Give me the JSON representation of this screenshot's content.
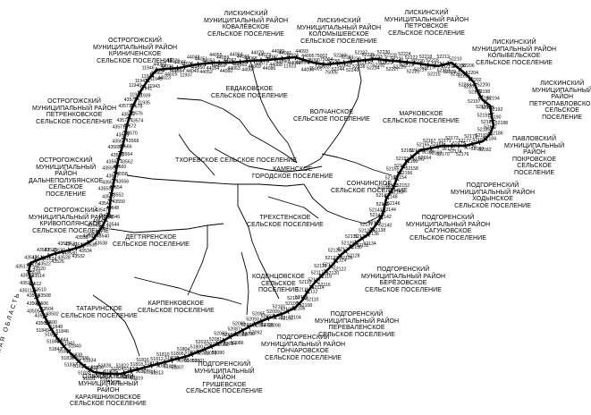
{
  "map": {
    "neighbors": {
      "liski_kovalevskoe": "ЛИСКИНСКИЙ\nМУНИЦИПАЛЬНЫЙ РАЙОН\nКОВАЛЁВСКОЕ\nСЕЛЬСКОЕ ПОСЕЛЕНИЕ",
      "liski_kolomyshevskoe": "ЛИСКИНСКИЙ\nМУНИЦИПАЛЬНЫЙ РАЙОН\nКОЛОМЫШЕВСКОЕ\nСЕЛЬСКОЕ ПОСЕЛЕНИЕ",
      "liski_petrovskoe": "ЛИСКИНСКИЙ\nМУНИЦИПАЛЬНЫЙ РАЙОН\nПЕТРОВСКОЕ\nСЕЛЬСКОЕ ПОСЕЛЕНИЕ",
      "liski_kolybelskoe": "ЛИСКИНСКИЙ\nМУНИЦИПАЛЬНЫЙ РАЙОН\nКОЛЫБЕЛЬСКОЕ\nСЕЛЬСКОЕ ПОСЕЛЕНИЕ",
      "liski_petropavlovskoe": "ЛИСКИНСКИЙ\nМУНИЦИПАЛЬНЫЙ\nРАЙОН\nПЕТРОПАВЛОВСКОЕ\nСЕЛЬСКОЕ\nПОСЕЛЕНИЕ",
      "pavlovsk_pokrovskoe": "ПАВЛОВСКИЙ\nМУНИЦИПАЛЬНЫЙ\nРАЙОН\nПОКРОВСКОЕ\nСЕЛЬСКОЕ\nПОСЕЛЕНИЕ",
      "podgorensk_hodynskoe": "ПОДГОРЕНСКИЙ\nМУНИЦИПАЛЬНЫЙ РАЙОН\nХОДЫНСКОЕ\nСЕЛЬСКОЕ ПОСЕЛЕНИЕ",
      "podgorensk_sagunovskoe": "ПОДГОРЕНСКИЙ\nМУНИЦИПАЛЬНЫЙ РАЙОН\nСАГУНОВСКОЕ\nСЕЛЬСКОЕ ПОСЕЛЕНИЕ",
      "podgorensk_berezovskoe": "ПОДГОРЕНСКИЙ\nМУНИЦИПАЛЬНЫЙ РАЙОН\nБЕРЁЗОВСКОЕ\nСЕЛЬСКОЕ ПОСЕЛЕНИЕ",
      "podgorensk_perevalenskoe": "ПОДГОРЕНСКИЙ\nМУНИЦИПАЛЬНЫЙ РАЙОН\nПЕРЕВАЛЕНСКОЕ\nСЕЛЬСКОЕ ПОСЕЛЕНИЕ",
      "podgorensk_goncharovskoe": "ПОДГОРЕНСКИЙ\nМУНИЦИПАЛЬНЫЙ РАЙОН\nГОНЧАРОВСКОЕ\nСЕЛЬСКОЕ ПОСЕЛЕНИЕ",
      "podgorensk_grishevskoe": "ПОДГОРЕНСКИЙ\nМУНИЦИПАЛЬНЫЙ\nРАЙОН\nГРИШЕВСКОЕ\nСЕЛЬСКОЕ ПОСЕЛЕНИЕ",
      "olhovatka_karayashnikovskoe": "ОЛЬХОВАТСКИЙ\nМУНИЦИПАЛЬНЫЙ\nРАЙОН\nКАРАЯШНИКОВСКОЕ\nСЕЛЬСКОЕ ПОСЕЛЕНИЕ",
      "ostrog_krinichenskoe": "ОСТРОГОЖСКИЙ\nМУНИЦИПАЛЬНЫЙ РАЙОН\nКРИНИЧЕНСКОЕ\nСЕЛЬСКОЕ ПОСЕЛЕНИЕ",
      "ostrog_petrenkovskoe": "ОСТРОГОЖСКИЙ\nМУНИЦИПАЛЬНЫЙ РАЙОН\nПЕТРЕНКОВСКОЕ\nСЕЛЬСКОЕ ПОСЕЛЕНИЕ",
      "ostrog_dalnepolubyanskoe": "ОСТРОГОЖСКИЙ\nМУНИЦИПАЛЬНЫЙ\nРАЙОН\nДАЛЬНЕПОЛУБЯНСКОЕ\nСЕЛЬСКОЕ\nПОСЕЛЕНИЕ",
      "ostrog_krivopolyanskoe": "ОСТРОГОЖСКИЙ\nМУНИЦИПАЛЬНЫЙ РАЙОН\nКРИВОПОЛЯНСКОЕ\nСЕЛЬСКОЕ ПОСЕЛЕНИЕ"
    },
    "internal": {
      "evdakovskoe": "ЕВДАКОВСКОЕ\nСЕЛЬСКОЕ ПОСЕЛЕНИЕ",
      "volchanskoe": "ВОЛЧАНСКОЕ\nСЕЛЬСКОЕ ПОСЕЛЕНИЕ",
      "markovskoe": "МАРКОВСКОЕ\nСЕЛЬСКОЕ ПОСЕЛЕНИЕ",
      "tkhorevskoe": "ТХОРЕВСКОЕ СЕЛЬСКОЕ ПОСЕЛЕНИЕ",
      "kamenskoe": "КАМЕНСКОЕ\nГОРОДСКОЕ ПОСЕЛЕНИЕ",
      "sonchinskoe": "СОНЧИНСКОЕ\nСЕЛЬСКОЕ ПОСЕЛЕНИЕ",
      "trekhstenskoe": "ТРЕХСТЕНСКОЕ\nСЕЛЬСКОЕ ПОСЕЛЕНИЕ",
      "degtyarenskoe": "ДЕГТЯРЕНСКОЕ\nСЕЛЬСКОЕ ПОСЕЛЕНИЕ",
      "kodentsovskoe": "КОДЕНЦОВСКОЕ\nСЕЛЬСКОЕ\nПОСЕЛЕНИЕ",
      "karpenkovskoe": "КАРПЕНКОВСКОЕ\nСЕЛЬСКОЕ ПОСЕЛЕНИЕ",
      "tatarinskoe": "ТАТАРИНСКОЕ\nСЕЛЬСКОЕ ПОСЕЛЕНИЕ"
    },
    "region_label": "БЕЛГОРОДСКАЯ ОБЛАСТЬ",
    "points": [
      "44082",
      "44083",
      "44023",
      "44024",
      "44025",
      "44026",
      "44084",
      "44085",
      "11937",
      "11936",
      "44049",
      "44048",
      "44050",
      "44051",
      "44052",
      "44053",
      "44054",
      "44055",
      "44056",
      "44059",
      "44060",
      "44062",
      "44063",
      "44064",
      "44065",
      "44066",
      "44067",
      "44068",
      "44069",
      "44070",
      "44071",
      "44073",
      "44086",
      "44087",
      "44088",
      "44089",
      "44090",
      "44091",
      "11923",
      "11924",
      "44092",
      "44093",
      "44094",
      "44095",
      "44096",
      "75000",
      "75001",
      "75002",
      "75003",
      "75004",
      "75005",
      "52255",
      "52244",
      "52243",
      "52242",
      "52241",
      "52240",
      "52239",
      "52238",
      "52237",
      "52236",
      "52235",
      "52234",
      "52233",
      "52232",
      "52230",
      "52229",
      "52228",
      "52227",
      "52226",
      "52225",
      "52224",
      "52223",
      "52222",
      "52221",
      "52220",
      "52219",
      "52218",
      "52217",
      "52216",
      "52215",
      "52214",
      "52213",
      "52212",
      "52211",
      "52210",
      "52209",
      "52208",
      "52207",
      "52206",
      "52205",
      "52204",
      "52203",
      "52202",
      "52201",
      "52200",
      "52199",
      "52198",
      "52197",
      "52196",
      "52195",
      "52194",
      "52193",
      "52192",
      "52191",
      "52190",
      "52189",
      "52188",
      "52187",
      "52186",
      "52185",
      "52184",
      "52183",
      "52182",
      "52181",
      "52180",
      "52179",
      "52178",
      "52177",
      "52176",
      "52175",
      "52174",
      "52173",
      "52172",
      "52171",
      "52170",
      "52169",
      "52168",
      "52167",
      "52166",
      "52165",
      "52164",
      "52163",
      "52162",
      "52161",
      "52160",
      "52159",
      "52158",
      "52157",
      "52156",
      "52155",
      "52154",
      "52153",
      "52152",
      "52151",
      "52150",
      "52149",
      "52148",
      "52147",
      "52146",
      "52145",
      "52144",
      "52143",
      "52142",
      "52141",
      "52140",
      "52139",
      "52138",
      "52137",
      "52136",
      "52135",
      "52134",
      "52133",
      "52132",
      "52131",
      "52130",
      "52129",
      "52128",
      "52127",
      "52126",
      "52125",
      "52124",
      "52123",
      "52122",
      "52121",
      "52120",
      "52119",
      "52118",
      "52117",
      "52116",
      "52115",
      "52114",
      "52113",
      "52112",
      "52111",
      "52110",
      "52109",
      "52108",
      "52107",
      "52106",
      "52105",
      "52104",
      "52103",
      "52102",
      "52101",
      "52100",
      "52099",
      "52098",
      "52097",
      "52096",
      "52095",
      "52094",
      "52093",
      "52092",
      "52091",
      "52090",
      "52089",
      "52088",
      "52087",
      "52086",
      "52085",
      "52084",
      "52083",
      "52082",
      "52081",
      "52080",
      "52079",
      "52078",
      "52077",
      "52076",
      "51800",
      "51801",
      "51802",
      "51803",
      "51804",
      "51805",
      "51806",
      "51807",
      "51808",
      "51809",
      "51810",
      "51811",
      "51812",
      "51813",
      "51814",
      "51815",
      "51816",
      "51817",
      "51818",
      "51819",
      "51820",
      "51821",
      "51822",
      "51823",
      "51824",
      "51825",
      "51826",
      "51827",
      "51828",
      "51829",
      "51830",
      "51831",
      "51832",
      "51833",
      "51834",
      "51835",
      "51836",
      "51837",
      "51838",
      "51839",
      "51840",
      "51841",
      "51842",
      "51843",
      "51844",
      "51845",
      "51846",
      "51847",
      "51848",
      "51849",
      "43500",
      "43501",
      "43502",
      "43503",
      "43504",
      "43505",
      "43506",
      "43507",
      "43508",
      "43509",
      "43510",
      "43511",
      "43512",
      "43513",
      "43514",
      "43515",
      "43516",
      "43517",
      "43518",
      "43519",
      "43520",
      "43521",
      "43522",
      "43523",
      "43524",
      "43525",
      "43526",
      "43527",
      "43528",
      "43529",
      "43530",
      "43531",
      "43532",
      "43533",
      "43534",
      "43535",
      "43536",
      "43537",
      "43538",
      "43539",
      "43540",
      "43541",
      "43542",
      "43543",
      "43544",
      "43545",
      "43546",
      "43547",
      "43548",
      "43549",
      "43550",
      "43551",
      "43552",
      "43553",
      "43554",
      "43555",
      "43556",
      "43557",
      "43558",
      "43559",
      "43560",
      "43561",
      "43562",
      "43563",
      "43564",
      "43565",
      "43566",
      "43567",
      "43568",
      "43569",
      "43570",
      "43571",
      "43572",
      "43573",
      "43574",
      "43575",
      "43576",
      "43577",
      "43578",
      "43579",
      "11935",
      "11938",
      "11939",
      "11940",
      "11941",
      "11942",
      "11943",
      "11944",
      "11945",
      "11946"
    ]
  }
}
